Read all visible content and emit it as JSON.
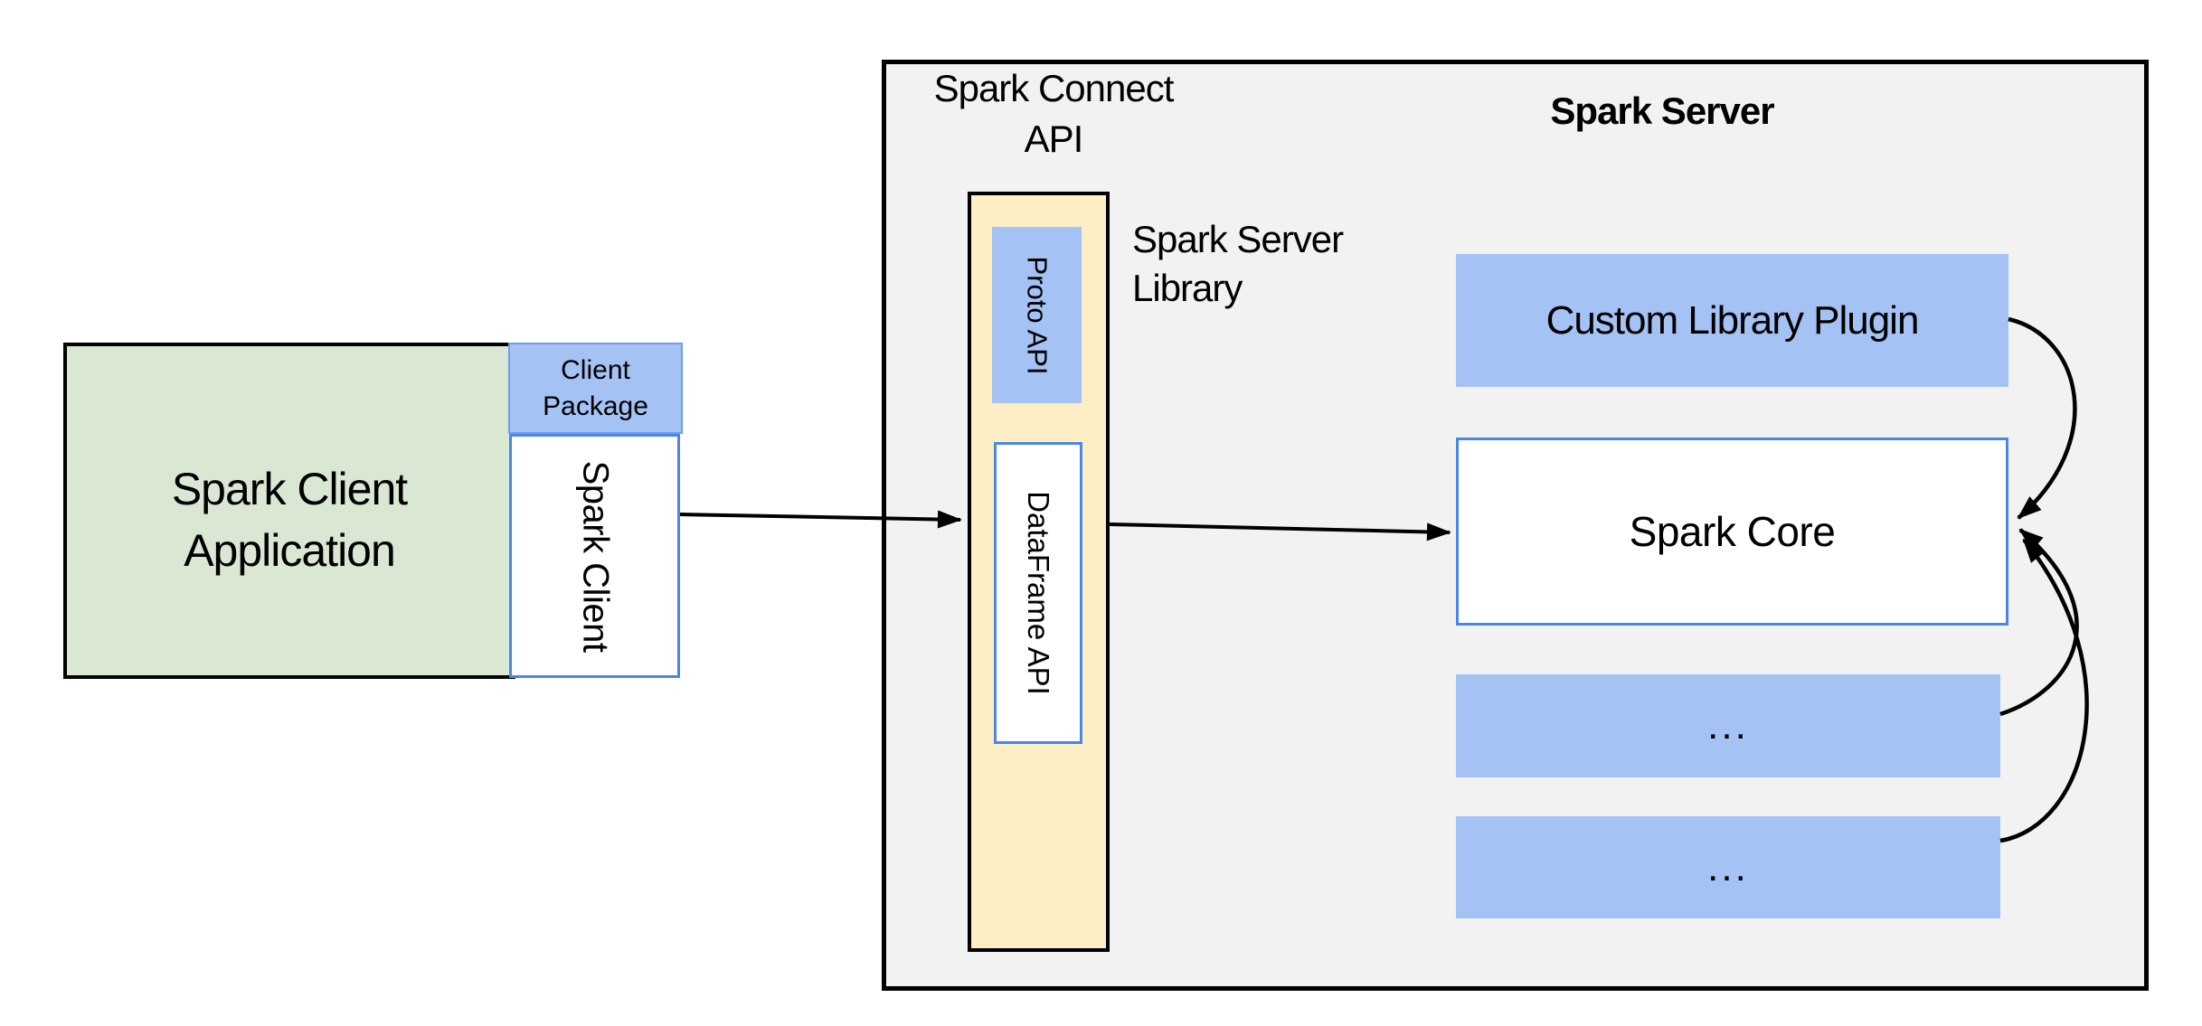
{
  "colors": {
    "green_fill": "#d9e7d3",
    "blue_fill": "#a4c2f4",
    "blue_border": "#4a86e8",
    "blue_border_soft": "#6d9eeb",
    "yellow_fill": "#fdeec6",
    "gray_fill": "#f2f2f2",
    "line": "#000000"
  },
  "client": {
    "app_line1": "Spark Client",
    "app_line2": "Application",
    "package_line1": "Client",
    "package_line2": "Package",
    "spark_client_label": "Spark Client"
  },
  "connect": {
    "title_line1": "Spark Connect",
    "title_line2": "API",
    "proto_api_label": "Proto API",
    "dataframe_api_label": "DataFrame API",
    "library_label_line1": "Spark Server",
    "library_label_line2": "Library"
  },
  "server": {
    "title": "Spark Server",
    "custom_plugin_label": "Custom Library Plugin",
    "spark_core_label": "Spark Core",
    "ellipsis_top_label": "...",
    "ellipsis_bottom_label": "..."
  }
}
